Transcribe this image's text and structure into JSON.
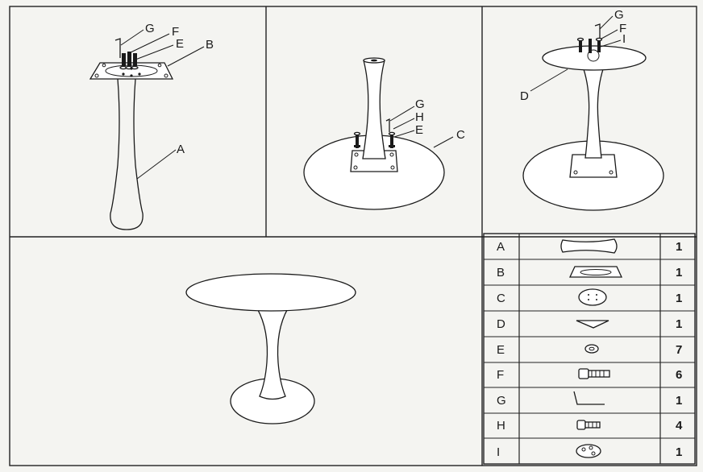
{
  "step1": {
    "labels": {
      "g": "G",
      "f": "F",
      "e": "E",
      "b": "B",
      "a": "A"
    }
  },
  "step2": {
    "labels": {
      "g": "G",
      "h": "H",
      "e": "E",
      "c": "C"
    }
  },
  "step3": {
    "labels": {
      "g": "G",
      "f": "F",
      "i": "I",
      "d": "D"
    }
  },
  "parts": [
    {
      "id": "A",
      "qty": "1",
      "icon": "column-icon"
    },
    {
      "id": "B",
      "qty": "1",
      "icon": "top-plate-icon"
    },
    {
      "id": "C",
      "qty": "1",
      "icon": "base-disc-icon"
    },
    {
      "id": "D",
      "qty": "1",
      "icon": "tabletop-icon"
    },
    {
      "id": "E",
      "qty": "7",
      "icon": "washer-icon"
    },
    {
      "id": "F",
      "qty": "6",
      "icon": "long-bolt-icon"
    },
    {
      "id": "G",
      "qty": "1",
      "icon": "allen-key-icon"
    },
    {
      "id": "H",
      "qty": "4",
      "icon": "short-bolt-icon"
    },
    {
      "id": "I",
      "qty": "1",
      "icon": "base-plate-icon"
    }
  ]
}
